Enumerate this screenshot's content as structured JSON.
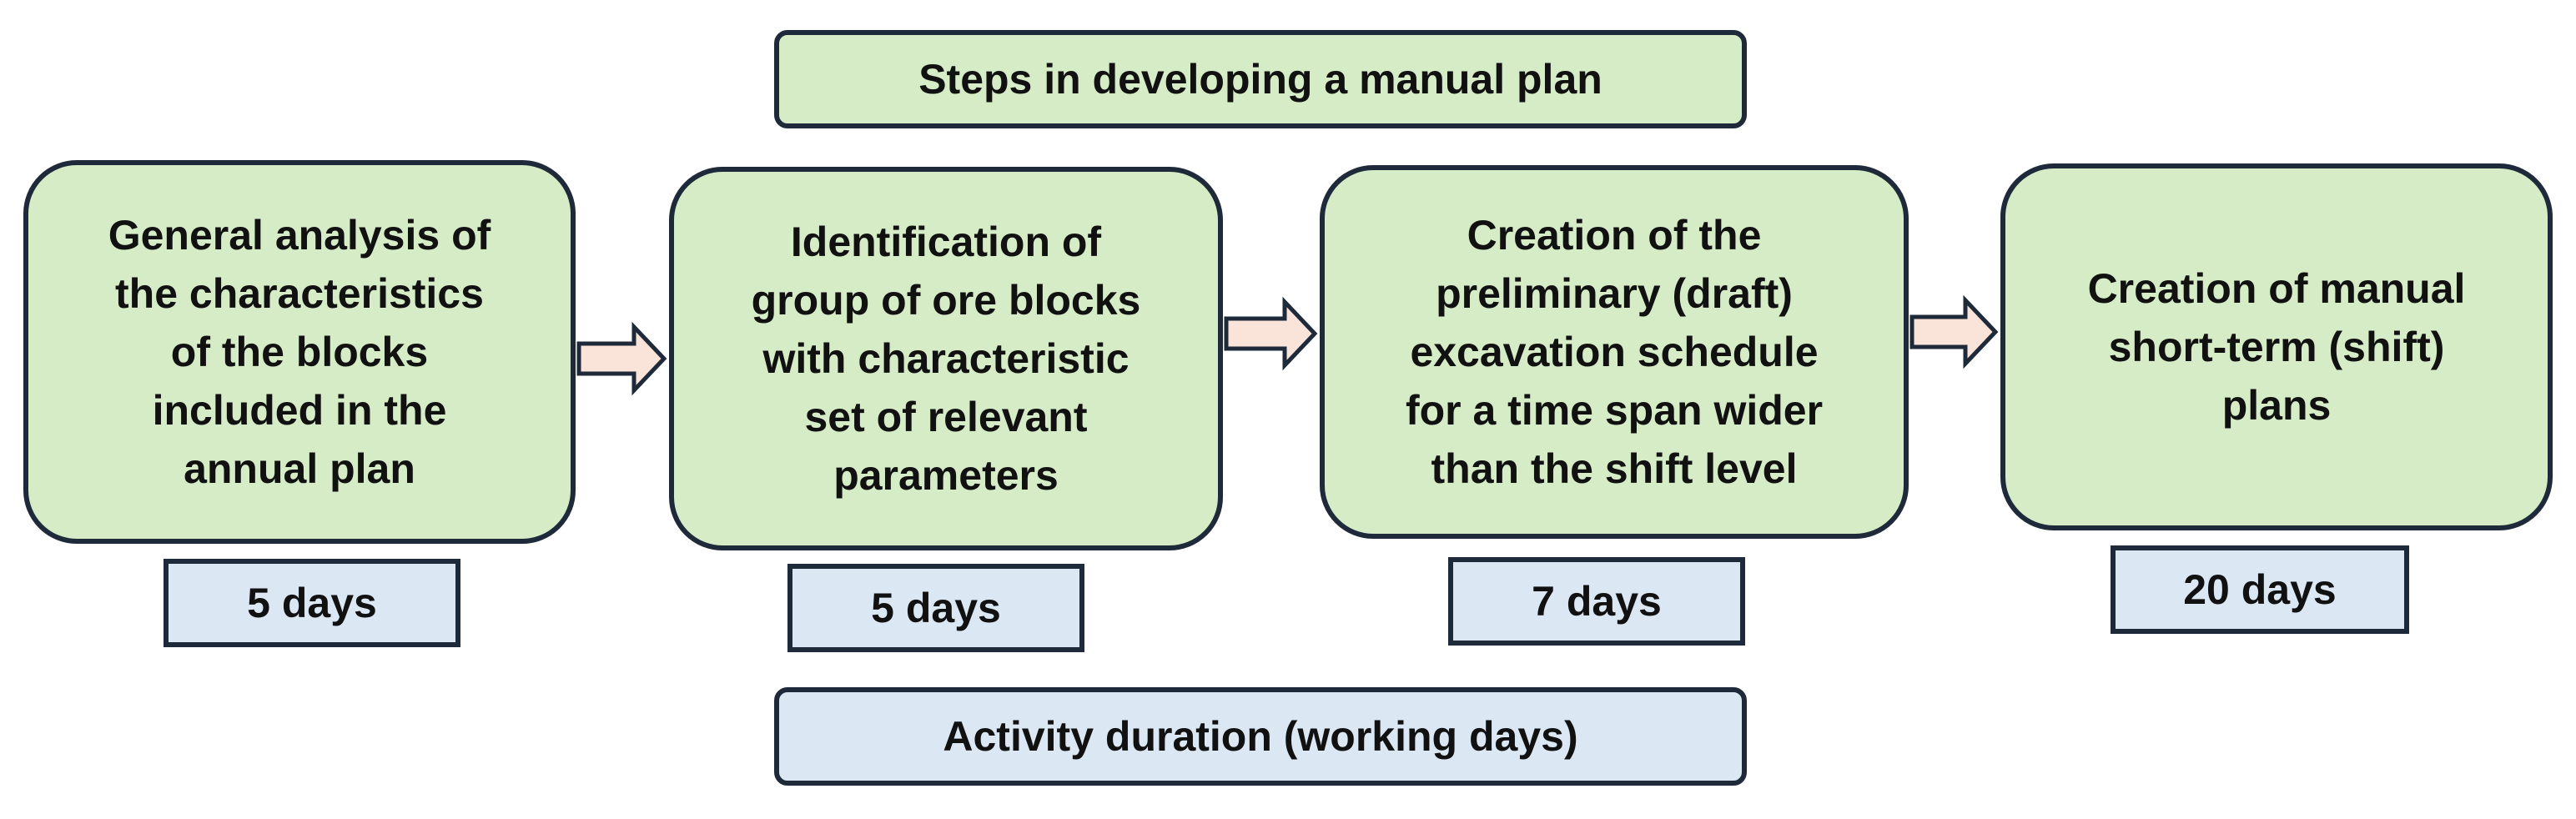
{
  "header": {
    "title": "Steps in developing a manual plan"
  },
  "steps": [
    {
      "label": "General analysis of\nthe characteristics\nof the blocks\nincluded in the\nannual plan",
      "duration": "5 days"
    },
    {
      "label": "Identification of\ngroup of ore blocks\nwith characteristic\nset of relevant\nparameters",
      "duration": "5 days"
    },
    {
      "label": "Creation of the\npreliminary (draft)\nexcavation schedule\nfor a time span wider\nthan the shift level",
      "duration": "7 days"
    },
    {
      "label": "Creation of manual\nshort-term (shift)\nplans",
      "duration": "20 days"
    }
  ],
  "footer": {
    "title": "Activity duration (working days)"
  },
  "colors": {
    "step_fill": "#d5ecc7",
    "duration_fill": "#dbe7f3",
    "arrow_fill": "#fae3d8",
    "border": "#1e2a3a"
  }
}
